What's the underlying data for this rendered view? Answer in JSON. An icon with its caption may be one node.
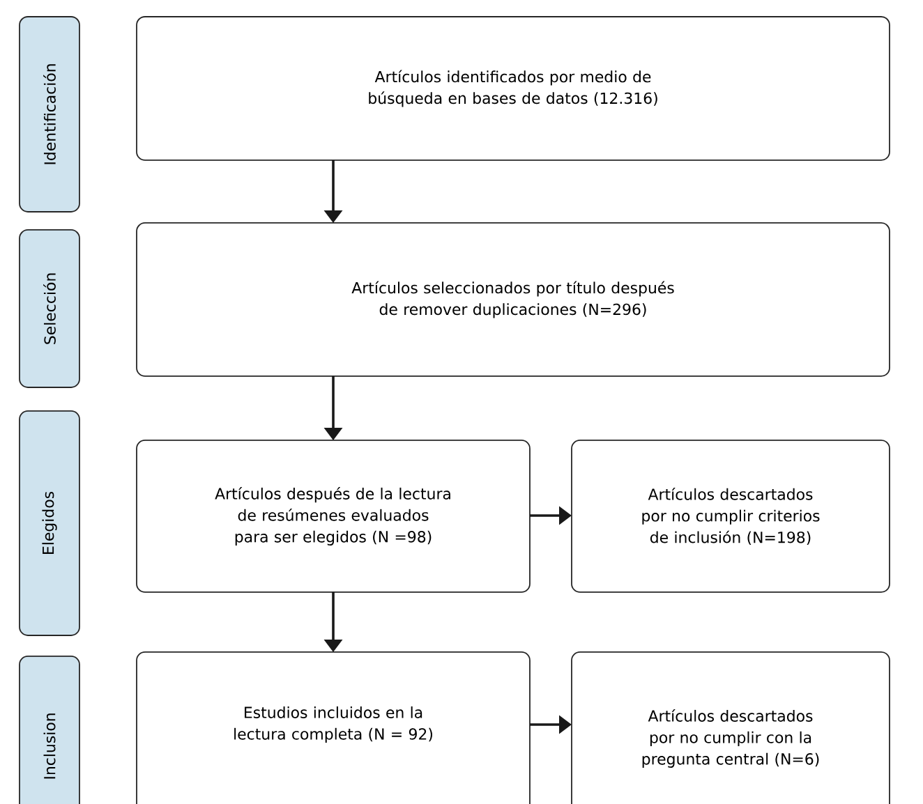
{
  "diagram": {
    "nodes": [
      {
        "text": [
          "Identificación"
        ]
      },
      {
        "text": [
          "Artículos identificados por medio de búsqueda en bases de datos (12.316)"
        ]
      },
      {
        "text": [
          "Selección"
        ]
      },
      {
        "text": [
          "Artículos seleccionados por título después de remover duplicaciones (N=296)"
        ]
      },
      {
        "text": [
          "Elegidos"
        ]
      },
      {
        "text": [
          "Artículos después de la lectura de resúmenes evaluados para ser elegidos (N =98)"
        ]
      },
      {
        "text": [
          "Artículos descartados por no cumplir criterios de inclusión (N=198)"
        ]
      },
      {
        "text": [
          "Inclusion"
        ]
      },
      {
        "text": [
          "Estudios incluidos en la lectura completa (N = 92)"
        ]
      },
      {
        "text": [
          "Artículos descartados por no cumplir con la pregunta central (N=6)"
        ]
      }
    ],
    "edges": [
      {
        "from": 1,
        "to": 3,
        "arrow": "to"
      },
      {
        "from": 3,
        "to": 5,
        "arrow": "to"
      },
      {
        "from": 5,
        "to": 6,
        "arrow": "to"
      },
      {
        "from": 5,
        "to": 8,
        "arrow": "to"
      },
      {
        "from": 8,
        "to": 9,
        "arrow": "to"
      }
    ]
  }
}
